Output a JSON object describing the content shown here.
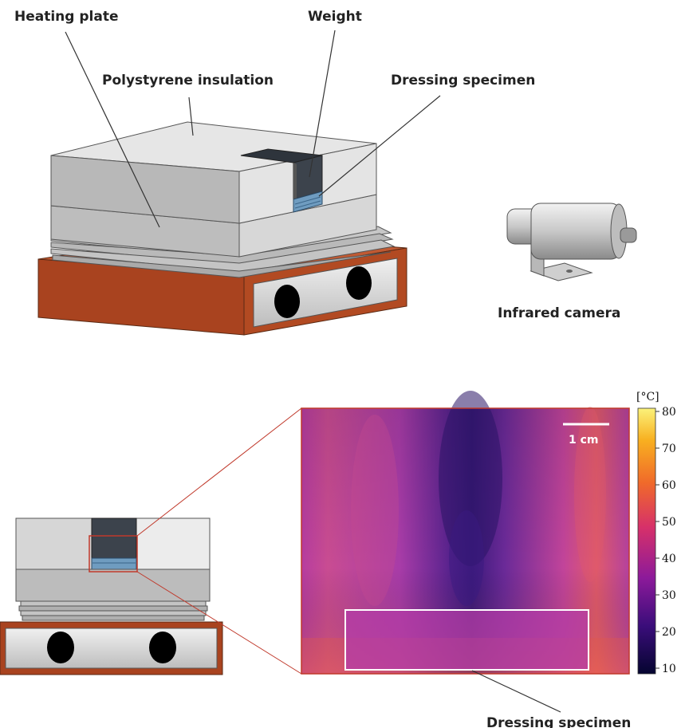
{
  "labels": {
    "heating_plate": "Heating plate",
    "weight": "Weight",
    "polystyrene": "Polystyrene insulation",
    "dressing_top": "Dressing specimen",
    "camera": "Infrared camera",
    "dressing_bottom": "Dressing specimen"
  },
  "thermal": {
    "scale_bar": "1 cm",
    "unit": "[°C]",
    "ticks": [
      "80",
      "70",
      "60",
      "50",
      "40",
      "30",
      "20",
      "10"
    ]
  },
  "colors": {
    "base_orange": "#a9431f",
    "plate_gray": "#cfcfcf",
    "weight_dark": "#3c434c",
    "dressing_blue": "#6f9cc0",
    "zoom_line": "#c0392b"
  }
}
